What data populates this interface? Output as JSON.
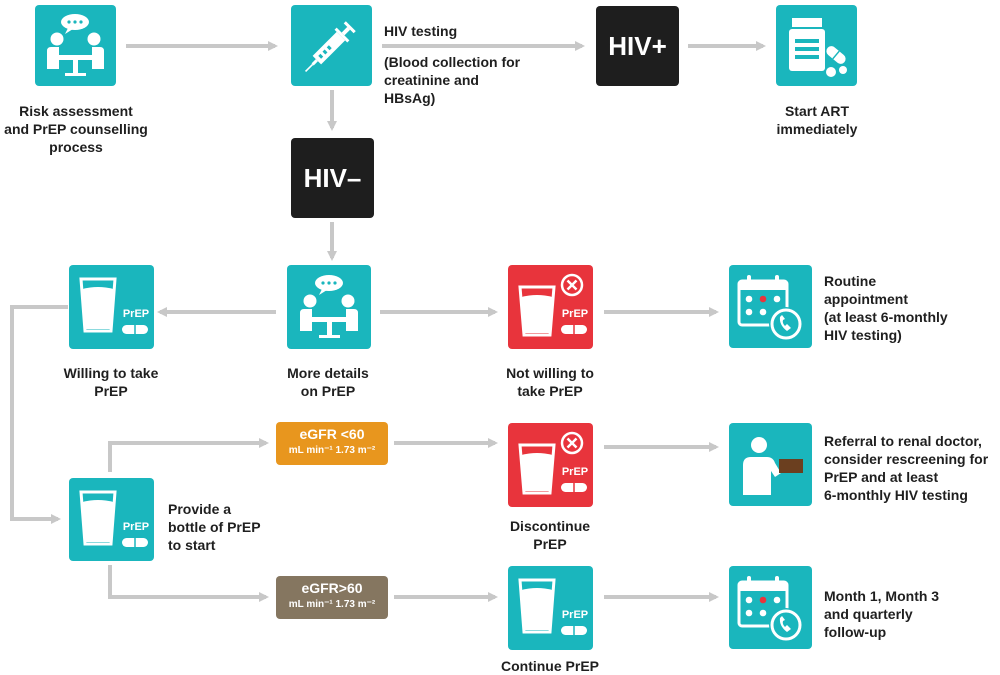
{
  "colors": {
    "teal": "#1ab6bd",
    "red": "#e8343c",
    "black": "#1e1e1e",
    "orange": "#e8961e",
    "olive": "#857660",
    "connector": "#c8c8c8",
    "brown": "#6b3f1f"
  },
  "icons": {
    "counselling": "counselling-table-icon",
    "syringe": "syringe-icon",
    "pills": "pill-bottle-icon",
    "glass": "water-glass-prep-icon",
    "glass_cross": "water-glass-cross-icon",
    "calendar": "calendar-phone-icon",
    "doctor": "doctor-referral-icon"
  },
  "nodes": {
    "risk_assessment": "Risk assessment\nand PrEP counselling\nprocess",
    "hiv_testing": "HIV testing",
    "blood_collection": "(Blood collection for\ncreatinine and\nHBsAg)",
    "hiv_pos": "HIV+",
    "start_art": "Start ART\nimmediately",
    "hiv_neg": "HIV–",
    "willing": "Willing to take\nPrEP",
    "more_details": "More details\non PrEP",
    "not_willing": "Not willing to\ntake PrEP",
    "routine": "Routine\nappointment\n(at least 6-monthly\nHIV testing)",
    "provide_bottle": "Provide a\nbottle of PrEP\nto start",
    "egfr_low_title": "eGFR <60",
    "egfr_high_title": "eGFR>60",
    "egfr_units": "mL min⁻¹ 1.73 m⁻²",
    "discontinue": "Discontinue\nPrEP",
    "referral": "Referral to renal doctor,\nconsider rescreening for\nPrEP and at least\n6-monthly HIV testing",
    "continue": "Continue PrEP",
    "follow_up": "Month 1, Month 3\nand quarterly\nfollow-up",
    "prep_tag": "PrEP"
  }
}
